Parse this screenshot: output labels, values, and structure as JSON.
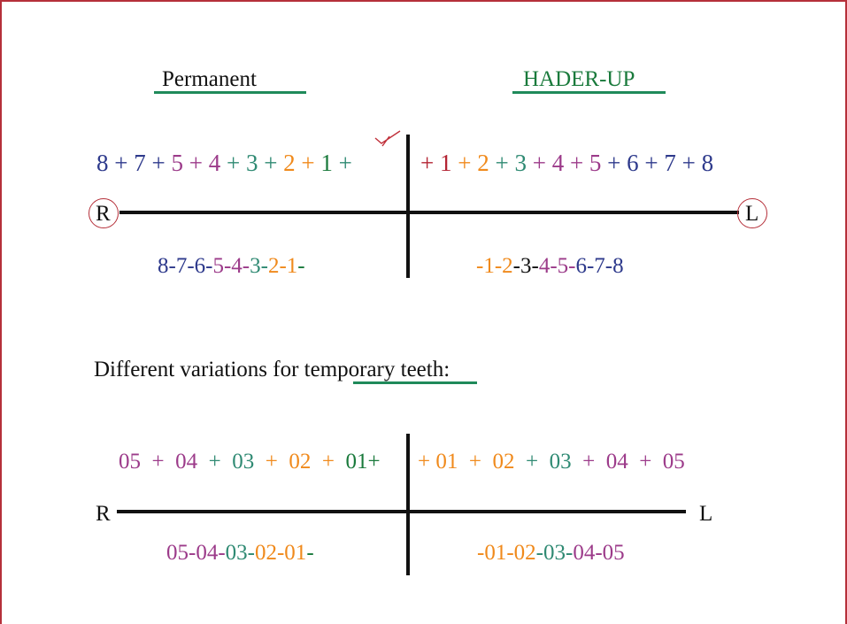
{
  "headings": {
    "permanent": "Permanent",
    "hader_up": "HADER-UP",
    "temporary": "Different variations for temporary teeth:"
  },
  "permanent": {
    "upper_right": [
      {
        "t": "8",
        "c": "blue"
      },
      {
        "t": " + ",
        "c": "blue"
      },
      {
        "t": "7",
        "c": "blue"
      },
      {
        "t": " + ",
        "c": "blue"
      },
      {
        "t": "5",
        "c": "purple"
      },
      {
        "t": " + ",
        "c": "purple"
      },
      {
        "t": "4",
        "c": "purple"
      },
      {
        "t": " + ",
        "c": "teal"
      },
      {
        "t": "3",
        "c": "teal"
      },
      {
        "t": " + ",
        "c": "teal"
      },
      {
        "t": "2",
        "c": "orange"
      },
      {
        "t": " + ",
        "c": "orange"
      },
      {
        "t": "1",
        "c": "green"
      },
      {
        "t": " +",
        "c": "teal"
      }
    ],
    "upper_left": [
      {
        "t": "+ ",
        "c": "red"
      },
      {
        "t": "1",
        "c": "red"
      },
      {
        "t": " + ",
        "c": "orange"
      },
      {
        "t": "2",
        "c": "orange"
      },
      {
        "t": " + ",
        "c": "teal"
      },
      {
        "t": "3",
        "c": "teal"
      },
      {
        "t": " + ",
        "c": "purple"
      },
      {
        "t": "4",
        "c": "purple"
      },
      {
        "t": " + ",
        "c": "purple"
      },
      {
        "t": "5",
        "c": "purple"
      },
      {
        "t": " + ",
        "c": "blue"
      },
      {
        "t": "6",
        "c": "blue"
      },
      {
        "t": " + ",
        "c": "blue"
      },
      {
        "t": "7",
        "c": "blue"
      },
      {
        "t": " + ",
        "c": "blue"
      },
      {
        "t": "8",
        "c": "blue"
      }
    ],
    "lower_right": [
      {
        "t": "8-7-6-",
        "c": "blue"
      },
      {
        "t": "5-4-",
        "c": "purple"
      },
      {
        "t": "3-",
        "c": "teal"
      },
      {
        "t": "2-1",
        "c": "orange"
      },
      {
        "t": "-",
        "c": "green"
      }
    ],
    "lower_left": [
      {
        "t": "-1-2",
        "c": "orange"
      },
      {
        "t": "-3-",
        "c": "dark"
      },
      {
        "t": "4-5-",
        "c": "purple"
      },
      {
        "t": "6-7-8",
        "c": "blue"
      }
    ],
    "side_right": "R",
    "side_left": "L"
  },
  "temporary": {
    "upper_right": [
      {
        "t": "05",
        "c": "purple"
      },
      {
        "t": "  +  ",
        "c": "purple"
      },
      {
        "t": "04",
        "c": "purple"
      },
      {
        "t": "  +  ",
        "c": "teal"
      },
      {
        "t": "03",
        "c": "teal"
      },
      {
        "t": "  +  ",
        "c": "orange"
      },
      {
        "t": "02",
        "c": "orange"
      },
      {
        "t": "  +  ",
        "c": "orange"
      },
      {
        "t": "01+",
        "c": "green"
      }
    ],
    "upper_left": [
      {
        "t": "+ ",
        "c": "orange"
      },
      {
        "t": "01",
        "c": "orange"
      },
      {
        "t": "  +  ",
        "c": "orange"
      },
      {
        "t": "02",
        "c": "orange"
      },
      {
        "t": "  +  ",
        "c": "teal"
      },
      {
        "t": "03",
        "c": "teal"
      },
      {
        "t": "  +  ",
        "c": "purple"
      },
      {
        "t": "04",
        "c": "purple"
      },
      {
        "t": "  +  ",
        "c": "purple"
      },
      {
        "t": "05",
        "c": "purple"
      }
    ],
    "lower_right": [
      {
        "t": "05-04-",
        "c": "purple"
      },
      {
        "t": "03-",
        "c": "teal"
      },
      {
        "t": "02-01",
        "c": "orange"
      },
      {
        "t": "-",
        "c": "green"
      }
    ],
    "lower_left": [
      {
        "t": "-01-02",
        "c": "orange"
      },
      {
        "t": "-03-",
        "c": "teal"
      },
      {
        "t": "04-05",
        "c": "purple"
      }
    ],
    "side_right": "R",
    "side_left": "L"
  },
  "colors": {
    "blue": "#2e3a8c",
    "purple": "#9c3b8a",
    "teal": "#2f8a73",
    "orange": "#f08a1c",
    "green": "#1a7a3c",
    "red": "#b32433",
    "dark": "#111111",
    "underline": "#1f8a5a",
    "border": "#b5303a",
    "axis": "#111111"
  }
}
